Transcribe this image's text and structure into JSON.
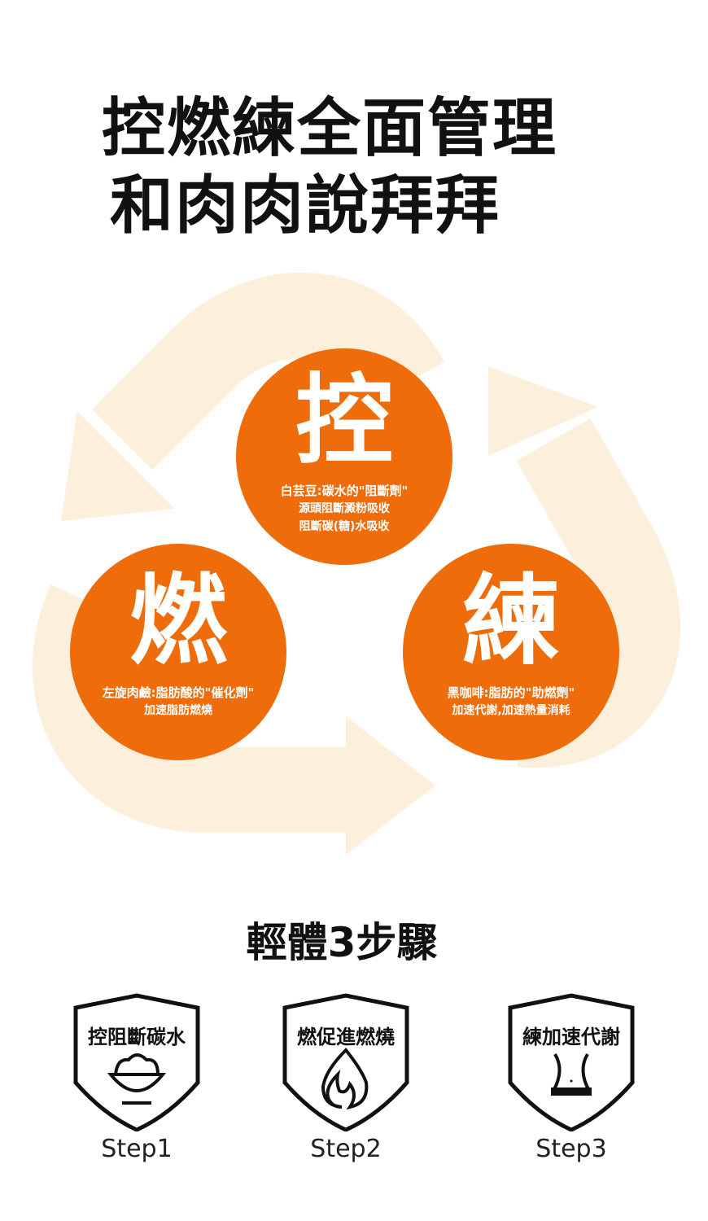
{
  "title": {
    "line1": "控燃練全面管理",
    "line2": "和肉肉說拜拜"
  },
  "colors": {
    "accent": "#ef6c0a",
    "arrow": "#fcefdc"
  },
  "cycle": [
    {
      "char": "控",
      "lines": [
        "白芸豆:碳水的\"阻斷劑\"",
        "源頭阻斷澱粉吸收",
        "阻斷碳(糖)水吸收"
      ]
    },
    {
      "char": "燃",
      "lines": [
        "左旋肉鹼:脂肪酸的\"催化劑\"",
        "加速脂肪燃燒"
      ]
    },
    {
      "char": "練",
      "lines": [
        "黑咖啡:脂肪的\"助燃劑\"",
        "加速代謝,加速熱量消耗"
      ]
    }
  ],
  "steps_title": "輕體3步驟",
  "steps": [
    {
      "label": "控阻斷碳水",
      "name": "Step1",
      "icon": "rice-bowl-icon"
    },
    {
      "label": "燃促進燃燒",
      "name": "Step2",
      "icon": "flame-icon"
    },
    {
      "label": "練加速代謝",
      "name": "Step3",
      "icon": "waist-icon"
    }
  ]
}
